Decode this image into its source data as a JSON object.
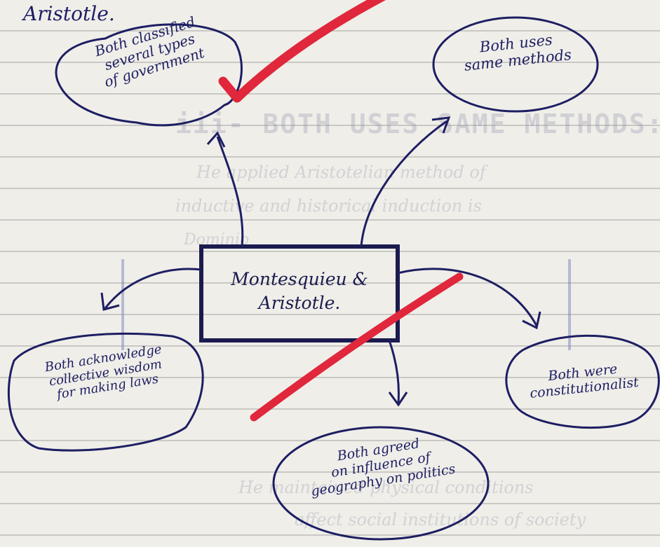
{
  "colors": {
    "ink": "#1e1e63",
    "center_ink": "#1b1b4f",
    "check_mark": "#e0273b",
    "paper": "#efeee9",
    "ruling": "#c9c8c4"
  },
  "top_fragment": "Aristotle.",
  "center_node": {
    "line1": "Montesquieu &",
    "line2": "Aristotle."
  },
  "nodes": {
    "classified": [
      "Both classified",
      "several types",
      "of government"
    ],
    "methods": [
      "Both uses",
      "same methods"
    ],
    "wisdom": [
      "Both acknowledge",
      "collective wisdom",
      "for making laws"
    ],
    "constitution": [
      "Both were",
      "constitutionalist"
    ],
    "geography": [
      "Both agreed",
      "on influence of",
      "geography on politics"
    ]
  },
  "background_text": {
    "heading": "iii- BOTH USES SAME METHODS:",
    "line_a": "He applied Aristotelian method of",
    "line_b": "inductive and historical induction is",
    "line_c": "Dominio",
    "line_d": "He maintained physical conditions",
    "line_e": "affect social institutions of society"
  }
}
